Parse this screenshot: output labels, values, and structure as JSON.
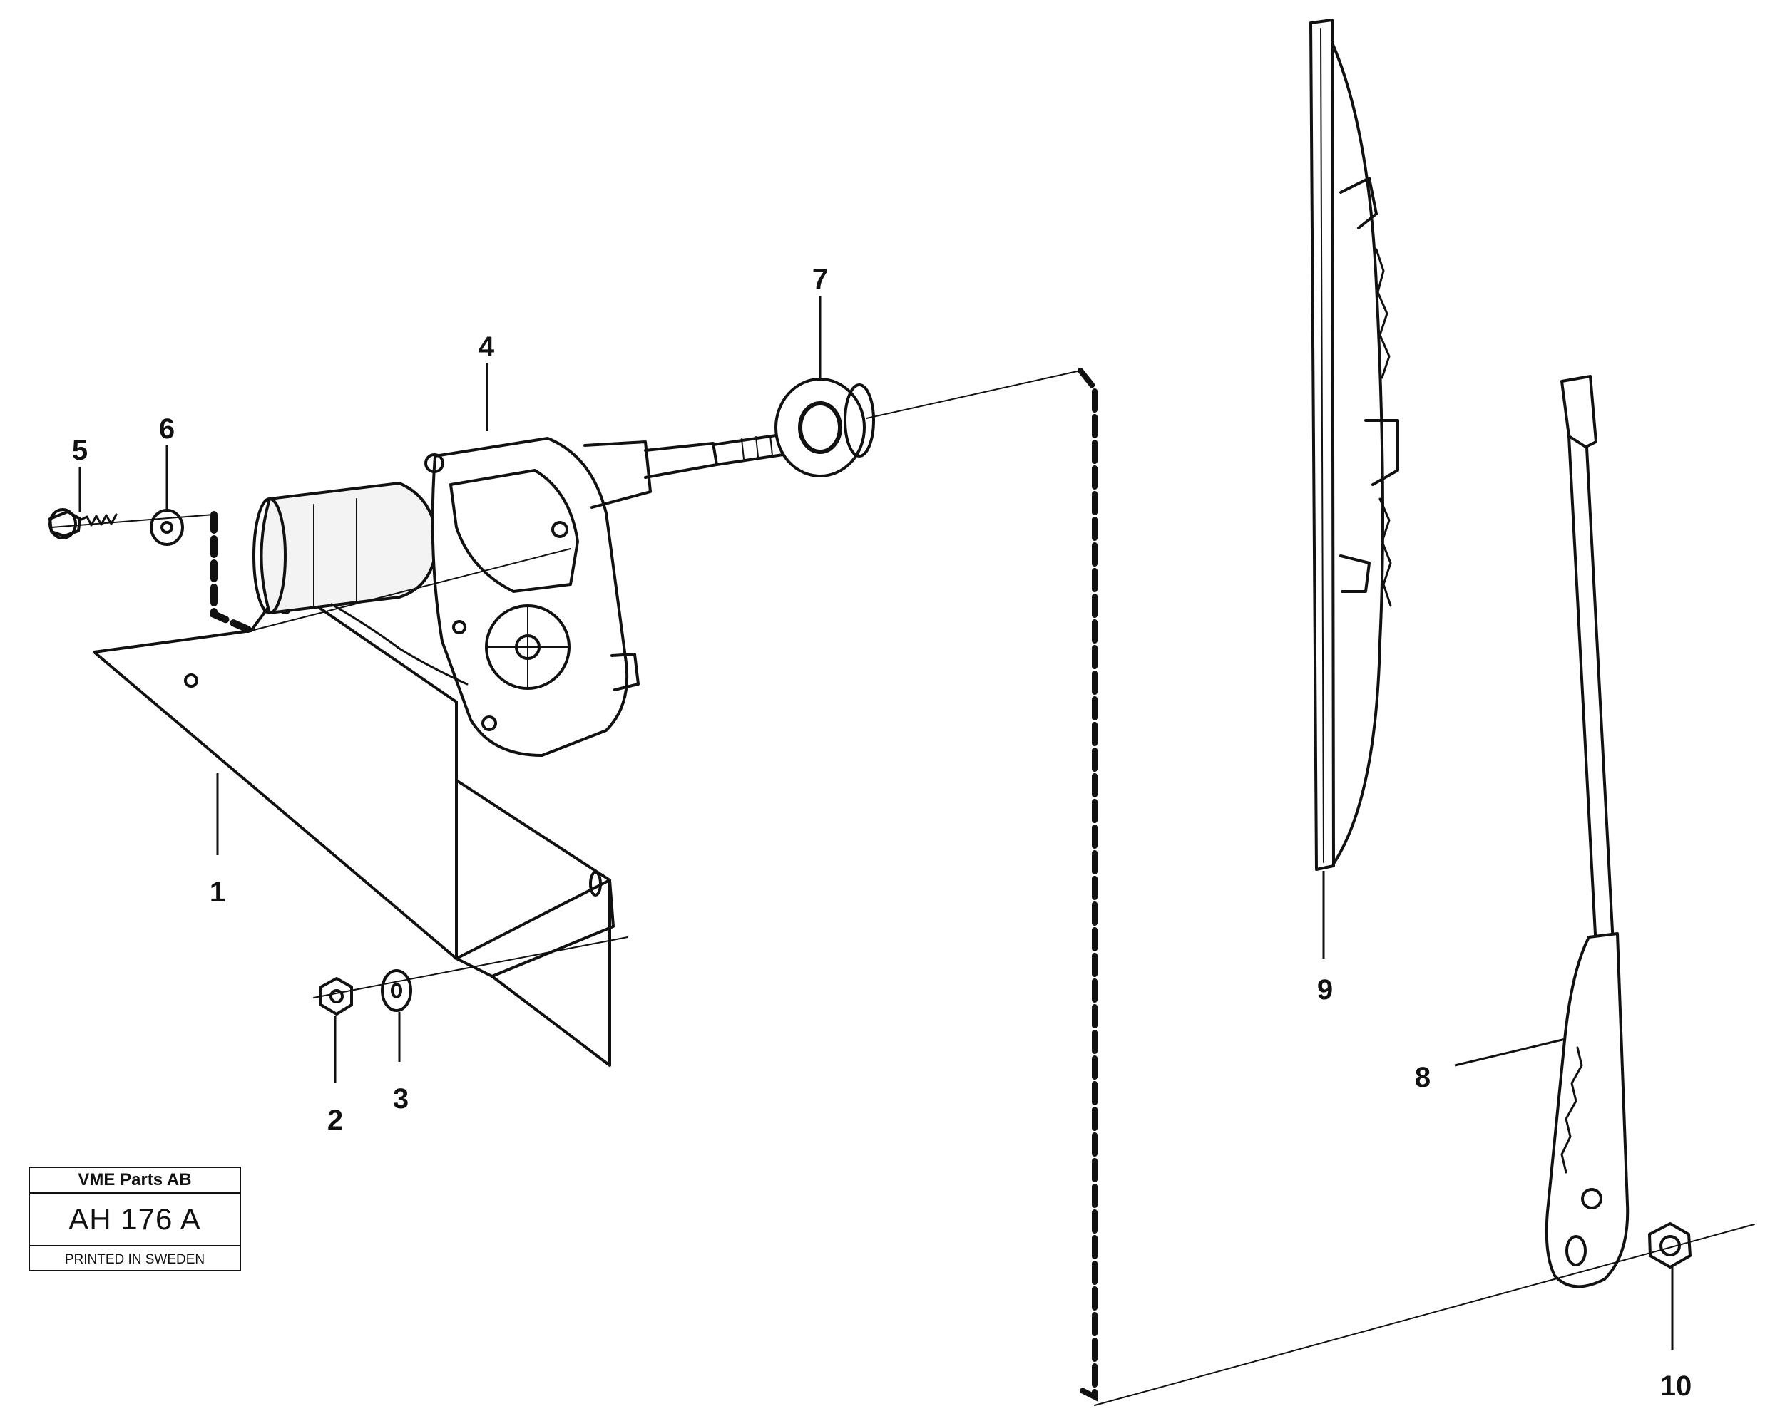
{
  "diagram": {
    "type": "exploded parts view",
    "callouts": [
      "1",
      "2",
      "3",
      "4",
      "5",
      "6",
      "7",
      "8",
      "9",
      "10"
    ]
  },
  "title_block": {
    "company": "VME Parts AB",
    "drawing_code": "AH 176  A",
    "printed": "PRINTED IN SWEDEN"
  },
  "colors": {
    "ink": "#111111",
    "background": "#ffffff"
  }
}
